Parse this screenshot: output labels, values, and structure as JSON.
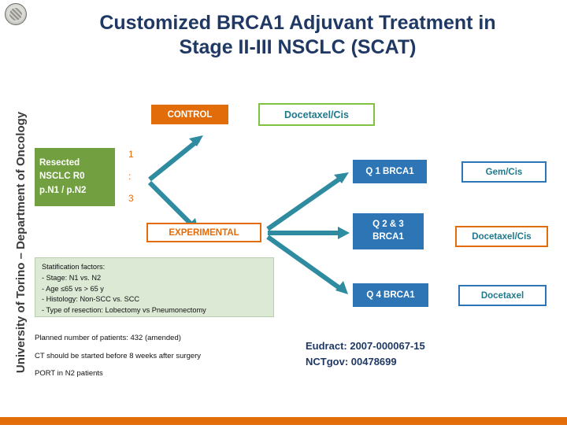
{
  "sidebar": {
    "vertical_text": "University of Torino – Department of Oncology",
    "seal": "university-seal"
  },
  "title": {
    "line1": "Customized BRCA1 Adjuvant Treatment in",
    "line2": "Stage II-III NSCLC (SCAT)"
  },
  "diagram": {
    "resected_box": "Resected\nNSCLC  R0\np.N1 / p.N2",
    "resected_line1": "Resected",
    "resected_line2": "NSCLC  R0",
    "resected_line3": "p.N1 / p.N2",
    "randomization_numbers": [
      "1",
      ":",
      "3"
    ],
    "control_label": "CONTROL",
    "experimental_label": "EXPERIMENTAL",
    "control_treatment": "Docetaxel/Cis",
    "arms": [
      {
        "group": "Q 1 BRCA1",
        "treatment": "Gem/Cis"
      },
      {
        "group_line1": "Q 2 & 3",
        "group_line2": "BRCA1",
        "treatment": "Docetaxel/Cis"
      },
      {
        "group": "Q 4 BRCA1",
        "treatment": "Docetaxel"
      }
    ]
  },
  "stratification": {
    "heading": "Statification factors:",
    "items": [
      "- Stage: N1 vs. N2",
      "- Age ≤65 vs > 65 y",
      "- Histology: Non-SCC vs. SCC",
      "- Type of resection: Lobectomy vs Pneumonectomy"
    ]
  },
  "notes": [
    "Planned number of patients: 432 (amended)",
    "CT should be started before 8 weeks after surgery",
    "PORT in N2 patients"
  ],
  "registry": {
    "eudract": "Eudract: 2007-000067-15",
    "nct": "NCTgov: 00478699"
  },
  "colors": {
    "title_blue": "#1f3864",
    "green": "#72a040",
    "orange": "#e36c0a",
    "blue": "#2e75b6",
    "teal_text": "#1f7a8c",
    "arrow": "#2e8ba0"
  }
}
